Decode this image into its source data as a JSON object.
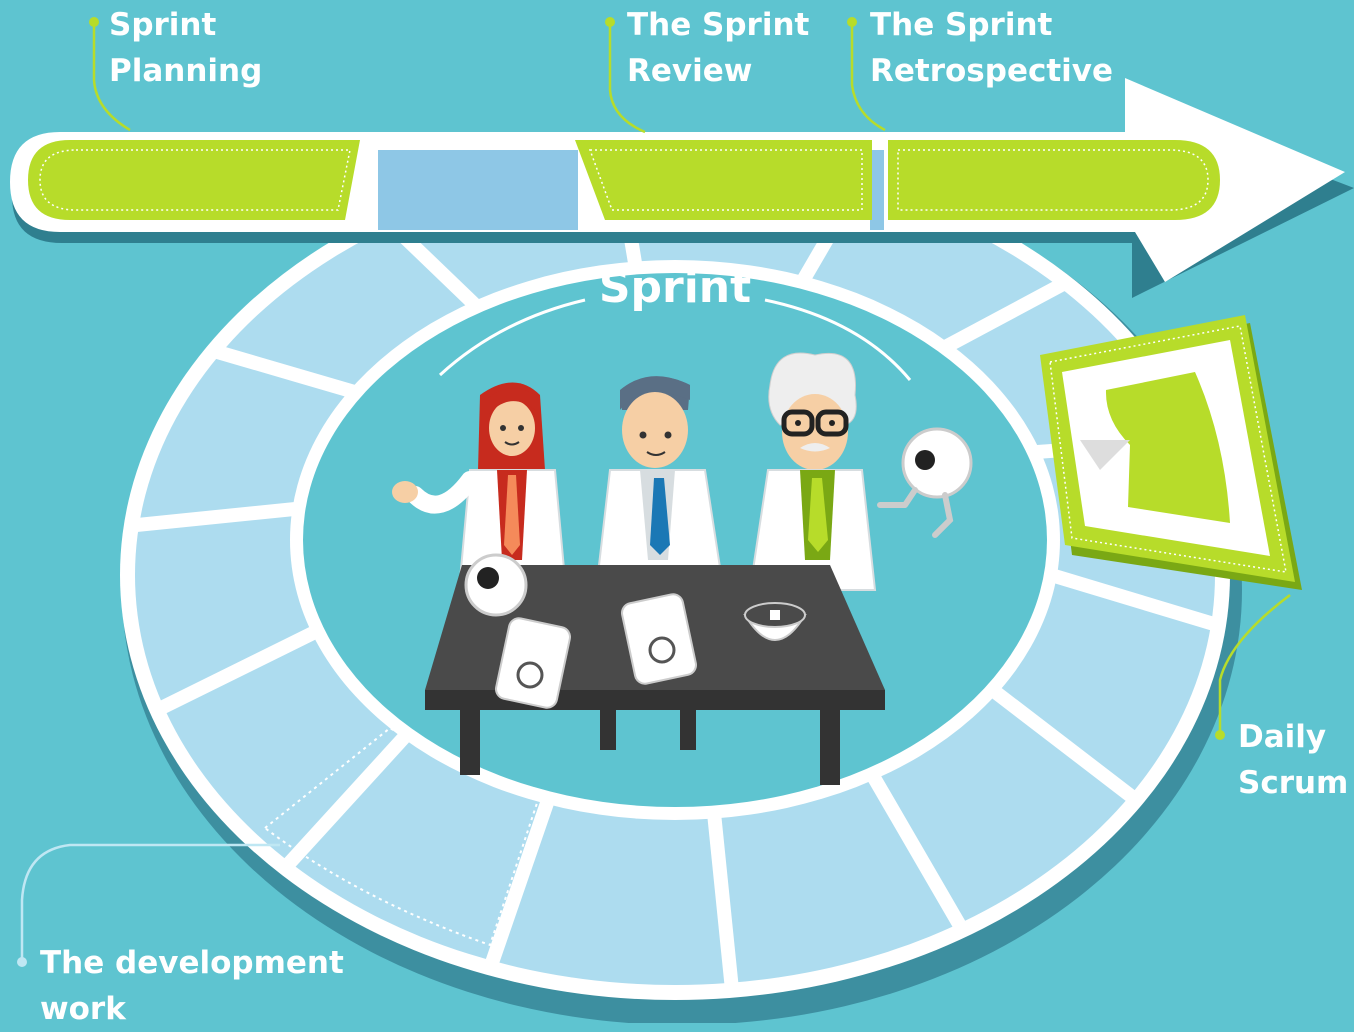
{
  "center_title": "Sprint",
  "labels": {
    "sprint_planning": [
      "Sprint",
      "Planning"
    ],
    "sprint_review": [
      "The Sprint",
      "Review"
    ],
    "sprint_retrospective": [
      "The Sprint",
      "Retrospective"
    ],
    "daily_scrum": [
      "Daily",
      "Scrum"
    ],
    "development_work": [
      "The development",
      "work"
    ]
  },
  "colors": {
    "background": "#5ec4d0",
    "ring_segment": "#addcef",
    "ring_border": "#ffffff",
    "ring_shadow": "#3d8fa0",
    "accent_green": "#b7dc2a",
    "table": "#4a4a4a",
    "coat": "#ffffff"
  },
  "icons": [
    "arrow-right-icon",
    "daily-cycle-icon",
    "robot-eye-icon",
    "chip-bowl-icon",
    "card-icon"
  ]
}
